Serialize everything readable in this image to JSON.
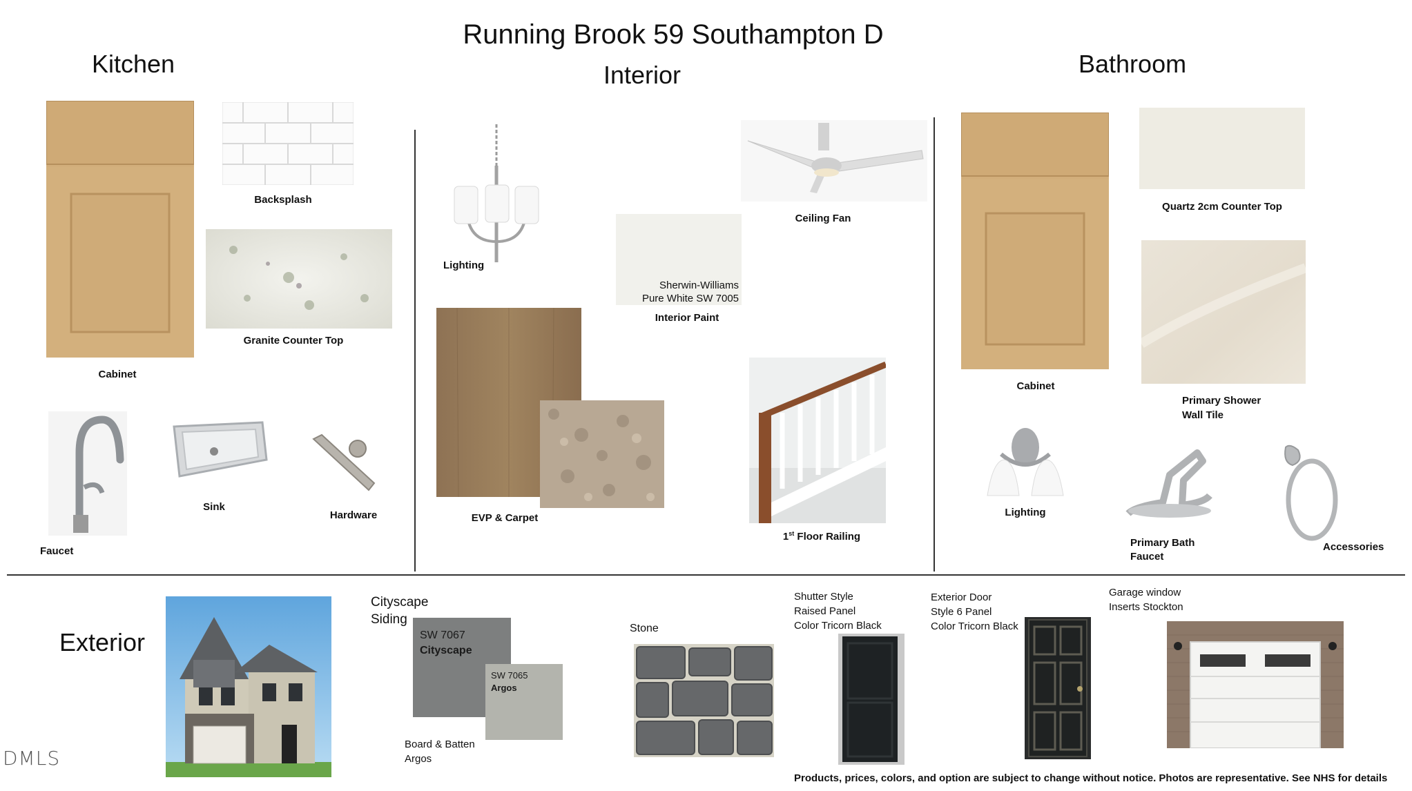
{
  "header": {
    "title": "Running Brook 59 Southampton D",
    "subtitle": "Interior"
  },
  "kitchen": {
    "heading": "Kitchen",
    "backsplash": "Backsplash",
    "granite": "Granite Counter Top",
    "cabinet": "Cabinet",
    "faucet": "Faucet",
    "sink": "Sink",
    "hardware": "Hardware"
  },
  "interior": {
    "lighting": "Lighting",
    "ceiling_fan": "Ceiling Fan",
    "paint_brand": "Sherwin-Williams",
    "paint_color": "Pure White SW 7005",
    "paint_label": "Interior Paint",
    "flooring": "EVP & Carpet",
    "railing_prefix": "1",
    "railing_sup": "st",
    "railing_suffix": " Floor Railing"
  },
  "bathroom": {
    "heading": "Bathroom",
    "counter": "Quartz 2cm Counter Top",
    "cabinet": "Cabinet",
    "tile_line1": "Primary Shower",
    "tile_line2": "Wall Tile",
    "lighting": "Lighting",
    "faucet_line1": "Primary Bath",
    "faucet_line2": "Faucet",
    "accessories": "Accessories"
  },
  "exterior": {
    "heading": "Exterior",
    "siding_line1": "Cityscape",
    "siding_line2": "Siding",
    "swatch1_code": "SW 7067",
    "swatch1_name": "Cityscape",
    "swatch2_code": "SW 7065",
    "swatch2_name": "Argos",
    "batten_line1": "Board & Batten",
    "batten_line2": "Argos",
    "stone": "Stone",
    "shutter_line1": "Shutter Style",
    "shutter_line2": "Raised Panel",
    "shutter_line3": "Color Tricorn Black",
    "door_line1": "Exterior Door",
    "door_line2": "Style 6 Panel",
    "door_line3": "Color Tricorn Black",
    "garage_line1": "Garage window",
    "garage_line2": "Inserts Stockton"
  },
  "footer": {
    "disclaimer": "Products, prices, colors, and option are subject to change without notice. Photos are representative. See NHS for details",
    "watermark": "DMLS"
  },
  "colors": {
    "cabinet_wood": "#d2ae7b",
    "cityscape": "#7d7f7f",
    "argos": "#b3b4ad",
    "tricorn_black": "#1e2224",
    "paint_white": "#f1f1ec"
  }
}
